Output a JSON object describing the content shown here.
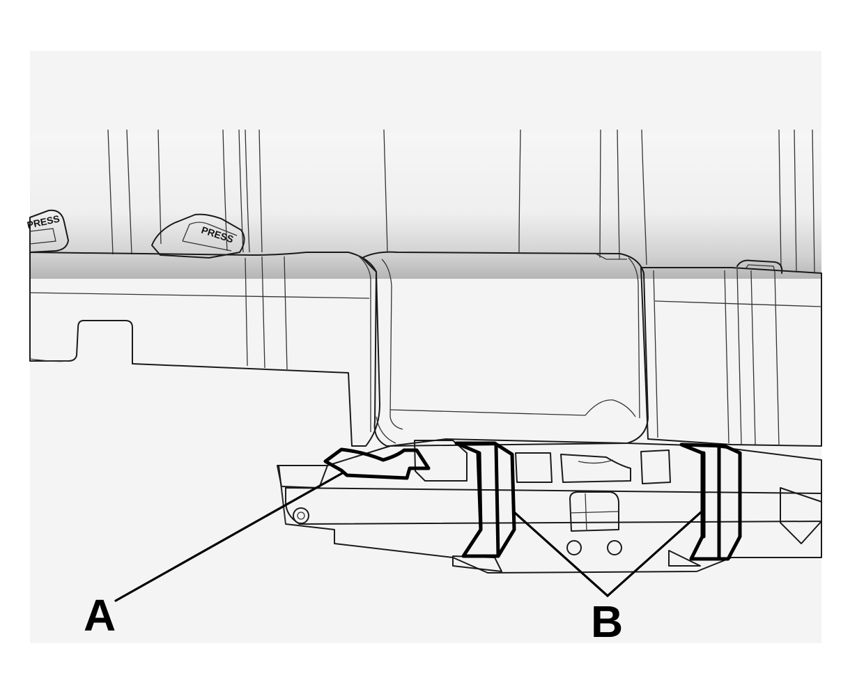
{
  "callouts": {
    "a": "A",
    "b": "B"
  },
  "tab_labels": {
    "left": "PRESS",
    "center": "PRESS"
  },
  "colors": {
    "background": "#f4f4f4",
    "body_light": "#eeeeee",
    "body_mid": "#d2d2d2",
    "body_dark": "#9a9a9a",
    "highlight": "#000000"
  }
}
